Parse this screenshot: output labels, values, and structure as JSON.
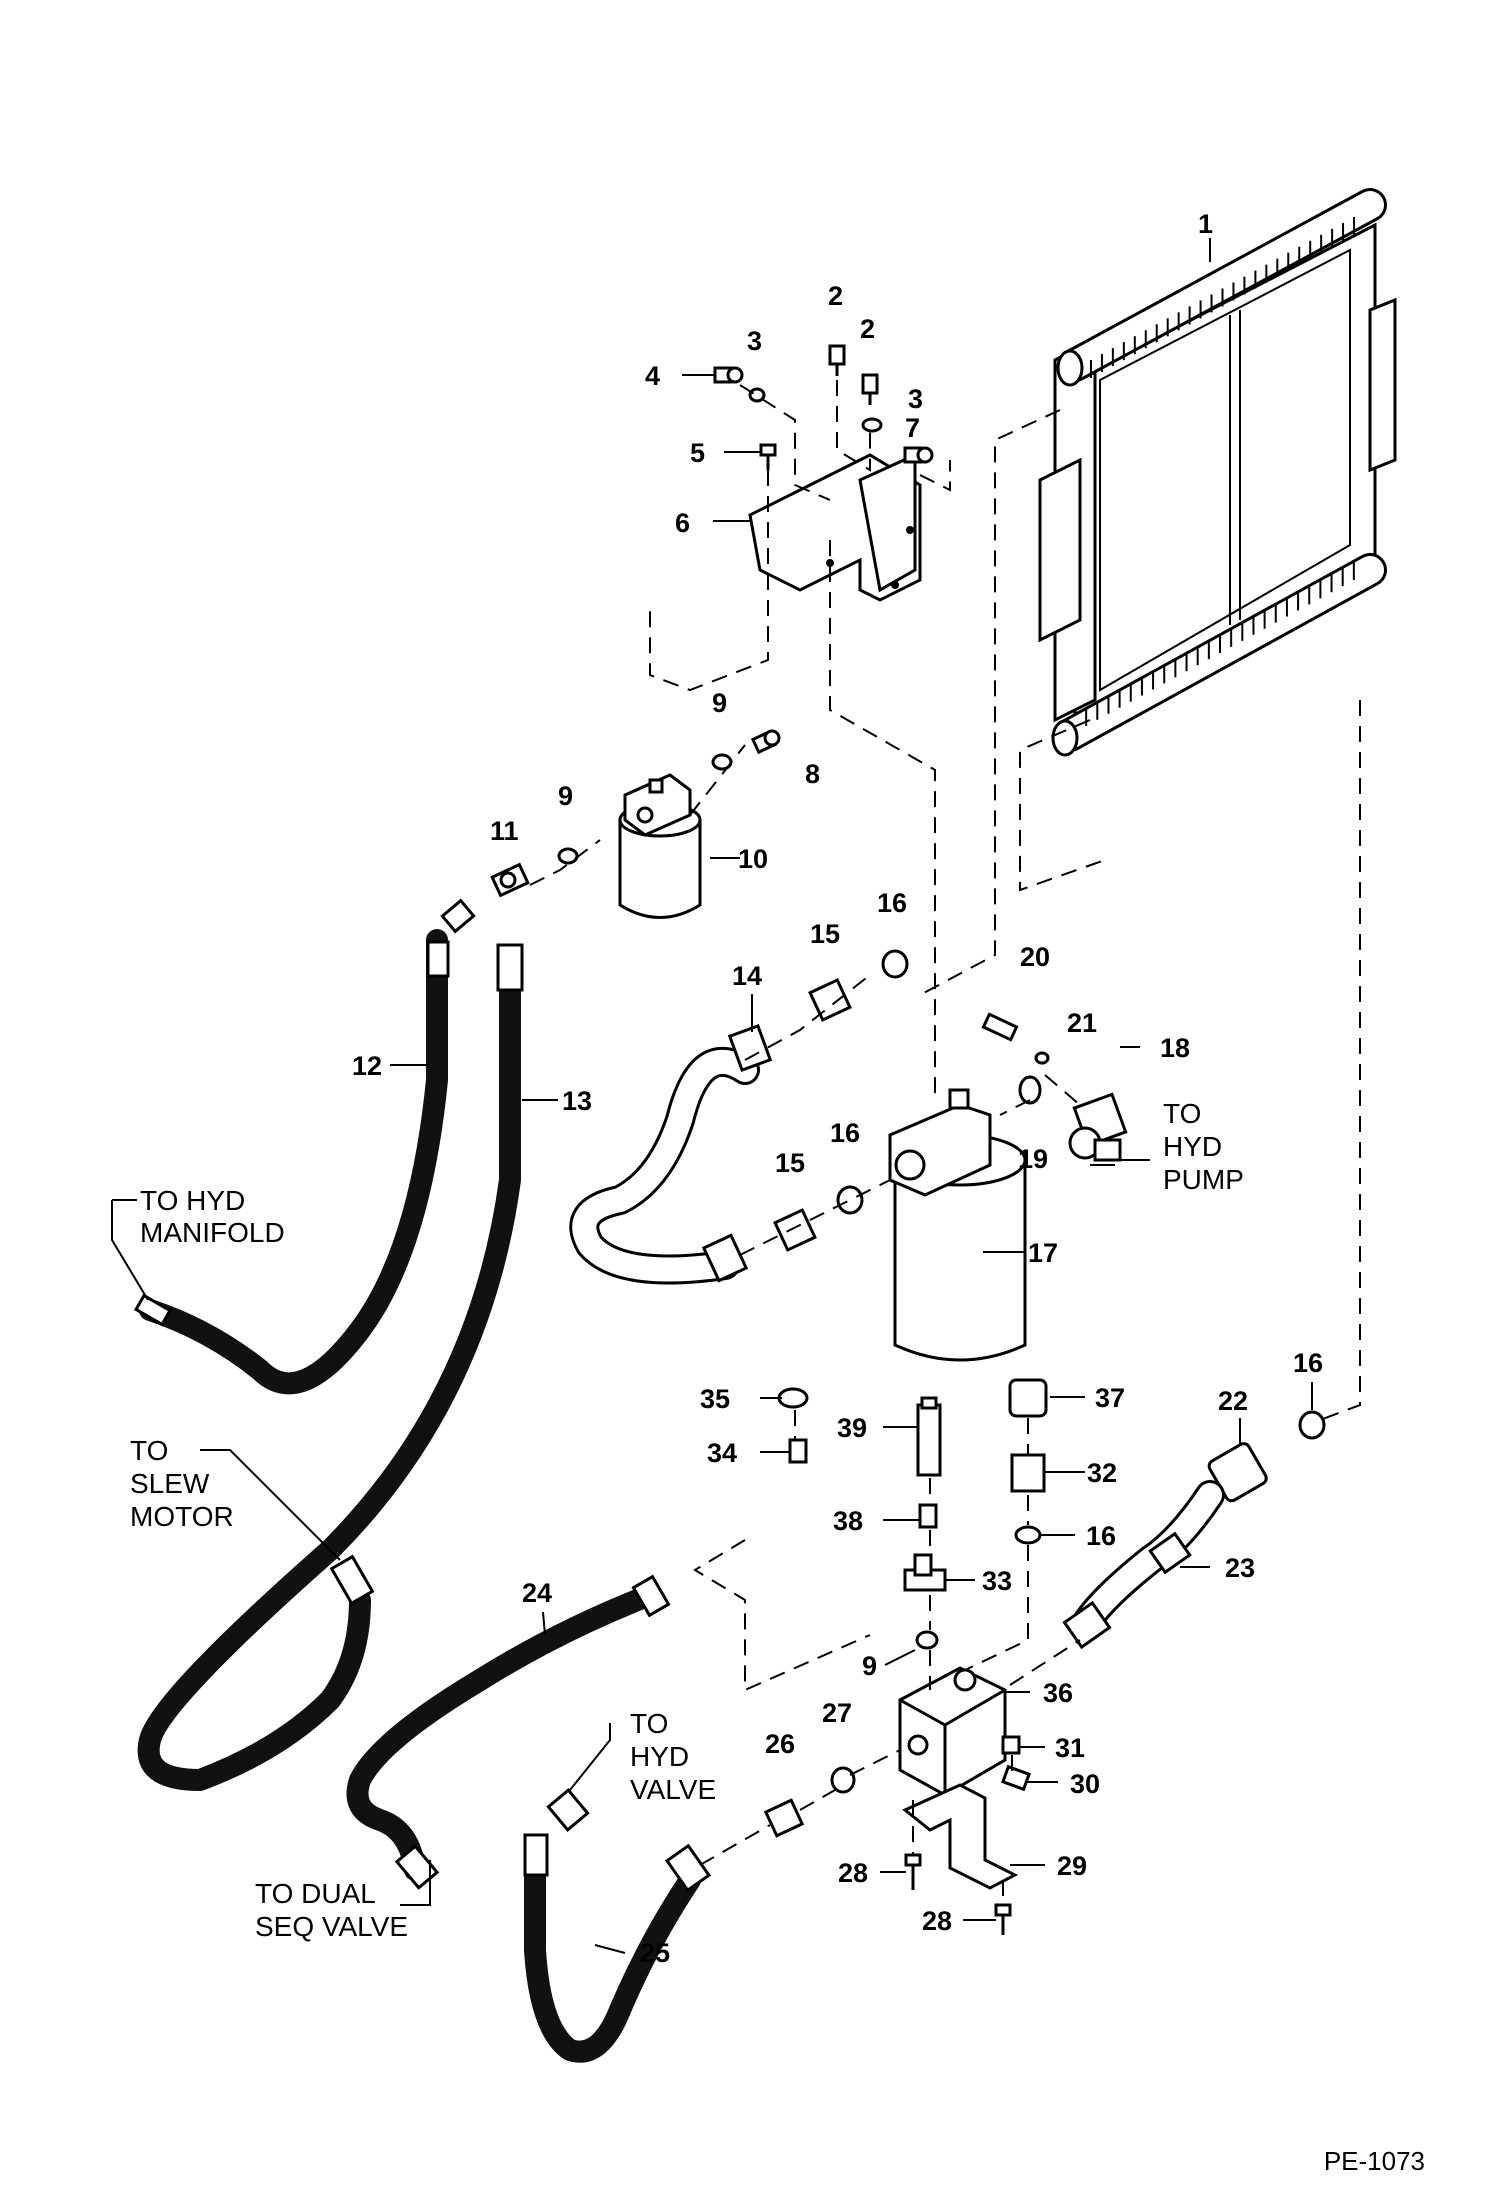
{
  "diagram": {
    "drawing_code": "PE-1073",
    "part_labels": [
      {
        "id": "1",
        "text": "1"
      },
      {
        "id": "2a",
        "text": "2"
      },
      {
        "id": "2b",
        "text": "2"
      },
      {
        "id": "3a",
        "text": "3"
      },
      {
        "id": "3b",
        "text": "3"
      },
      {
        "id": "4",
        "text": "4"
      },
      {
        "id": "5",
        "text": "5"
      },
      {
        "id": "6",
        "text": "6"
      },
      {
        "id": "7",
        "text": "7"
      },
      {
        "id": "8",
        "text": "8"
      },
      {
        "id": "9a",
        "text": "9"
      },
      {
        "id": "9b",
        "text": "9"
      },
      {
        "id": "9c",
        "text": "9"
      },
      {
        "id": "10",
        "text": "10"
      },
      {
        "id": "11",
        "text": "11"
      },
      {
        "id": "12",
        "text": "12"
      },
      {
        "id": "13",
        "text": "13"
      },
      {
        "id": "14",
        "text": "14"
      },
      {
        "id": "15a",
        "text": "15"
      },
      {
        "id": "15b",
        "text": "15"
      },
      {
        "id": "16a",
        "text": "16"
      },
      {
        "id": "16b",
        "text": "16"
      },
      {
        "id": "16c",
        "text": "16"
      },
      {
        "id": "16d",
        "text": "16"
      },
      {
        "id": "17",
        "text": "17"
      },
      {
        "id": "18",
        "text": "18"
      },
      {
        "id": "19",
        "text": "19"
      },
      {
        "id": "20",
        "text": "20"
      },
      {
        "id": "21",
        "text": "21"
      },
      {
        "id": "22",
        "text": "22"
      },
      {
        "id": "23",
        "text": "23"
      },
      {
        "id": "24",
        "text": "24"
      },
      {
        "id": "25",
        "text": "25"
      },
      {
        "id": "26",
        "text": "26"
      },
      {
        "id": "27",
        "text": "27"
      },
      {
        "id": "28a",
        "text": "28"
      },
      {
        "id": "28b",
        "text": "28"
      },
      {
        "id": "29",
        "text": "29"
      },
      {
        "id": "30",
        "text": "30"
      },
      {
        "id": "31",
        "text": "31"
      },
      {
        "id": "32",
        "text": "32"
      },
      {
        "id": "33",
        "text": "33"
      },
      {
        "id": "34",
        "text": "34"
      },
      {
        "id": "35",
        "text": "35"
      },
      {
        "id": "36",
        "text": "36"
      },
      {
        "id": "37",
        "text": "37"
      },
      {
        "id": "38",
        "text": "38"
      },
      {
        "id": "39",
        "text": "39"
      }
    ],
    "callouts": {
      "hyd_manifold": [
        "TO HYD",
        "MANIFOLD"
      ],
      "slew_motor": [
        "TO",
        "SLEW",
        "MOTOR"
      ],
      "dual_seq_valve": [
        "TO DUAL",
        "SEQ VALVE"
      ],
      "hyd_valve": [
        "TO",
        "HYD",
        "VALVE"
      ],
      "hyd_pump": [
        "TO",
        "HYD",
        "PUMP"
      ]
    }
  }
}
